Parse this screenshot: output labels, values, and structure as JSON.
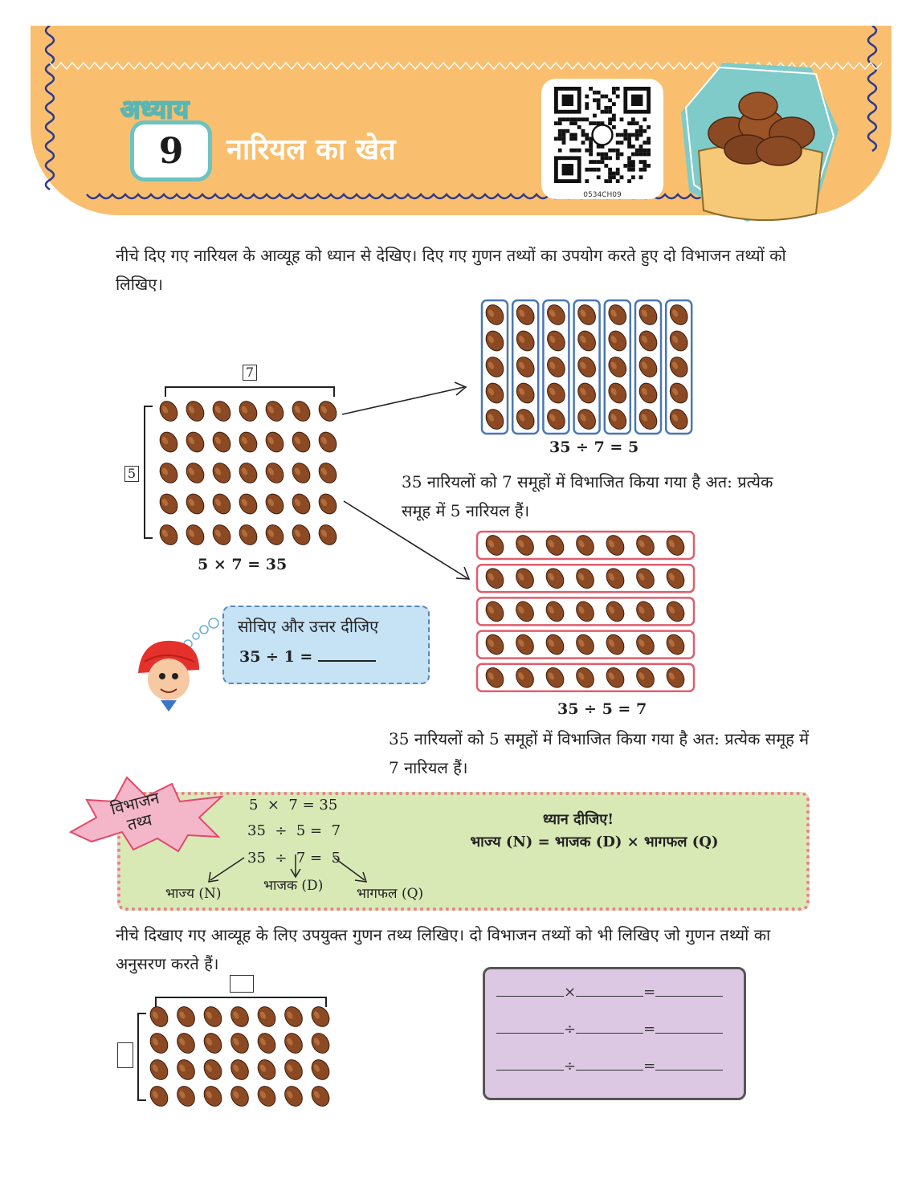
{
  "header": {
    "chapter_word": "अध्याय",
    "chapter_number": "9",
    "chapter_title": "नारियल का खेत",
    "qr_caption": "0534CH09"
  },
  "intro": {
    "text": "नीचे दिए गए नारियल के आव्यूह को ध्यान से देखिए। दिए गए गुणन तथ्यों का उपयोग करते हुए दो विभाजन तथ्यों को लिखिए।"
  },
  "array1": {
    "cols_label": "7",
    "rows_label": "5",
    "rows": 5,
    "cols": 7,
    "equation": "5 × 7 = 35"
  },
  "columns_group": {
    "equation": "35 ÷ 7 = 5",
    "caption": "35 नारियलों को 7 समूहों में विभाजित किया गया है अत: प्रत्येक समूह में 5 नारियल हैं।"
  },
  "rows_group": {
    "equation": "35 ÷ 5 = 7",
    "caption": "35 नारियलों को 5 समूहों में विभाजित किया गया है अत: प्रत्येक समूह में 7 नारियल हैं।"
  },
  "think": {
    "title": "सोचिए और उत्तर दीजिए",
    "equation": "35 ÷ 1 ="
  },
  "division_facts": {
    "badge": [
      "विभाजन",
      "तथ्य"
    ],
    "facts": [
      "5  ×  7 = 35",
      "35  ÷  5 =  7",
      "35  ÷  7 =  5"
    ],
    "label_dividend": "भाज्य (N)",
    "label_divisor": "भाजक (D)",
    "label_quotient": "भागफल (Q)",
    "note_heading": "ध्यान दीजिए!",
    "note_formula": "भाज्य (N) = भाजक (D) × भागफल (Q)"
  },
  "exercise": {
    "text": "नीचे दिखाए गए आव्यूह के लिए उपयुक्त गुणन तथ्य लिखिए। दो विभाजन तथ्यों को भी लिखिए जो गुणन तथ्यों का अनुसरण करते हैं।",
    "rows": 4,
    "cols": 7,
    "answer_ops": [
      "×",
      "÷",
      "÷"
    ],
    "equals": "="
  },
  "colors": {
    "header_bg": "#f9bf6e",
    "teal": "#6cc3c1",
    "column_group_border": "#4a77b4",
    "row_group_border": "#dd5f6f",
    "note_bg": "#d9e9b6",
    "answer_bg": "#dcc8e2",
    "coconut": "#8b4a24"
  }
}
